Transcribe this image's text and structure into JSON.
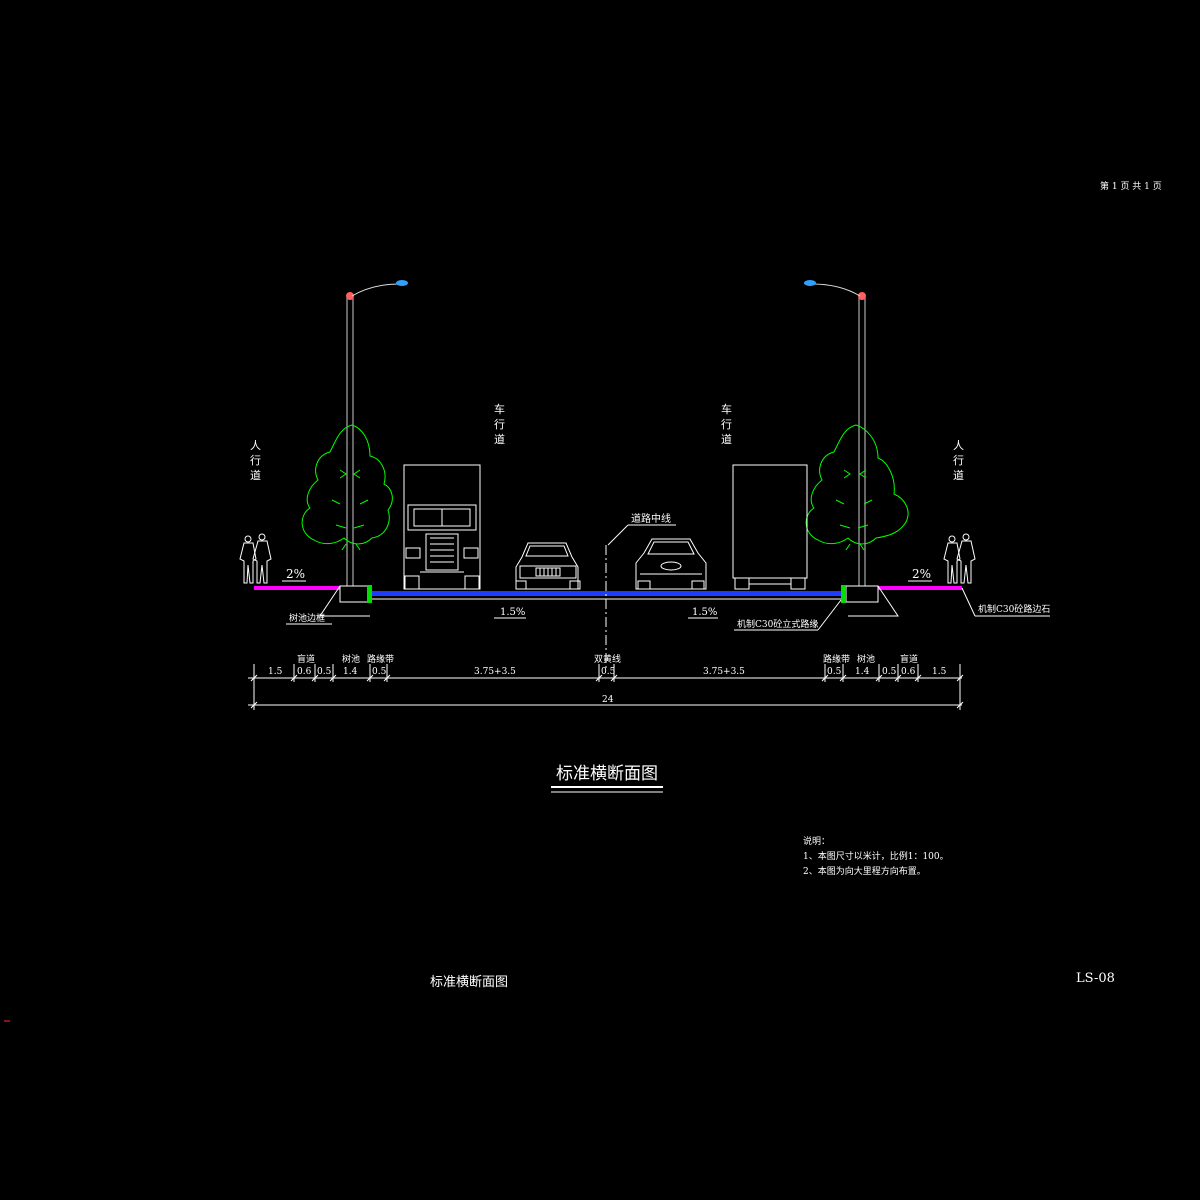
{
  "page_counter": "第 1 页   共 1 页",
  "labels": {
    "sidewalk_left": "人行道",
    "sidewalk_right": "人行道",
    "roadway_left": "车行道",
    "roadway_right": "车行道",
    "centerline": "道路中线",
    "curb_left": "树池边框",
    "curb_right_callout": "机制C30砼立式路缘",
    "edgestone_right": "机制C30砼路边石",
    "slope_sidewalk_left": "2%",
    "slope_sidewalk_right": "2%",
    "slope_road_left": "1.5%",
    "slope_road_right": "1.5%"
  },
  "dimensions": {
    "top_labels": {
      "blind_left": "盲道",
      "tree_left": "树池",
      "curbstrip_left": "路缘带",
      "double_yellow": "双黄线",
      "curbstrip_right": "路缘带",
      "tree_right": "树池",
      "blind_right": "盲道"
    },
    "values": {
      "l_1_5": "1.5",
      "l_0_6": "0.6",
      "l_0_5": "0.5",
      "l_1_4": "1.4",
      "l_0_5b": "0.5",
      "l_lane": "3.75+3.5",
      "center": "0.5",
      "r_lane": "3.75+3.5",
      "r_0_5b": "0.5",
      "r_1_4": "1.4",
      "r_0_5": "0.5",
      "r_0_6": "0.6",
      "r_1_5": "1.5",
      "total": "24"
    }
  },
  "title": "标准横断面图",
  "notes": {
    "heading": "说明：",
    "line1": "1、本图尺寸以米计，比例1：100。",
    "line2": "2、本图为向大里程方向布置。"
  },
  "footer": {
    "title": "标准横断面图",
    "drawing_no": "LS-08"
  },
  "colors": {
    "background": "#000000",
    "line": "#ffffff",
    "pavement": "#1e3cff",
    "sidewalk": "#ff00ff",
    "curb": "#00e000",
    "tree": "#00ff00",
    "lamp_head": "#30a0ff",
    "lamp_top": "#ff6060"
  }
}
